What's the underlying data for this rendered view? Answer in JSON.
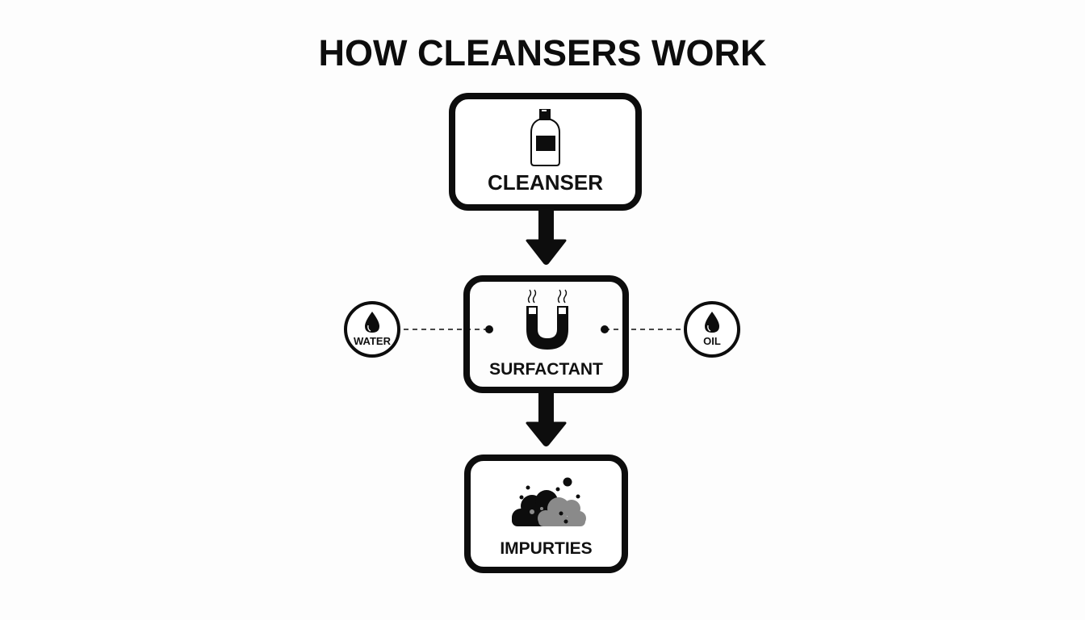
{
  "title": "HOW CLEANSERS WORK",
  "colors": {
    "stroke": "#0d0d0d",
    "background": "#fdfdfd",
    "impurity_gray": "#8a8a8a"
  },
  "nodes": [
    {
      "id": "cleanser",
      "label": "CLEANSER",
      "icon": "bottle-icon"
    },
    {
      "id": "surfactant",
      "label": "SURFACTANT",
      "icon": "magnet-icon"
    },
    {
      "id": "impurities",
      "label": "IMPURTIES",
      "icon": "dirt-cloud-icon"
    }
  ],
  "side_nodes": [
    {
      "id": "water",
      "label": "WATER",
      "icon": "water-drop-icon",
      "side": "left"
    },
    {
      "id": "oil",
      "label": "OIL",
      "icon": "oil-drop-icon",
      "side": "right"
    }
  ],
  "edges": [
    {
      "from": "cleanser",
      "to": "surfactant",
      "style": "solid-arrow"
    },
    {
      "from": "surfactant",
      "to": "impurities",
      "style": "solid-arrow"
    },
    {
      "from": "water",
      "to": "surfactant",
      "style": "dashed"
    },
    {
      "from": "oil",
      "to": "surfactant",
      "style": "dashed"
    }
  ]
}
